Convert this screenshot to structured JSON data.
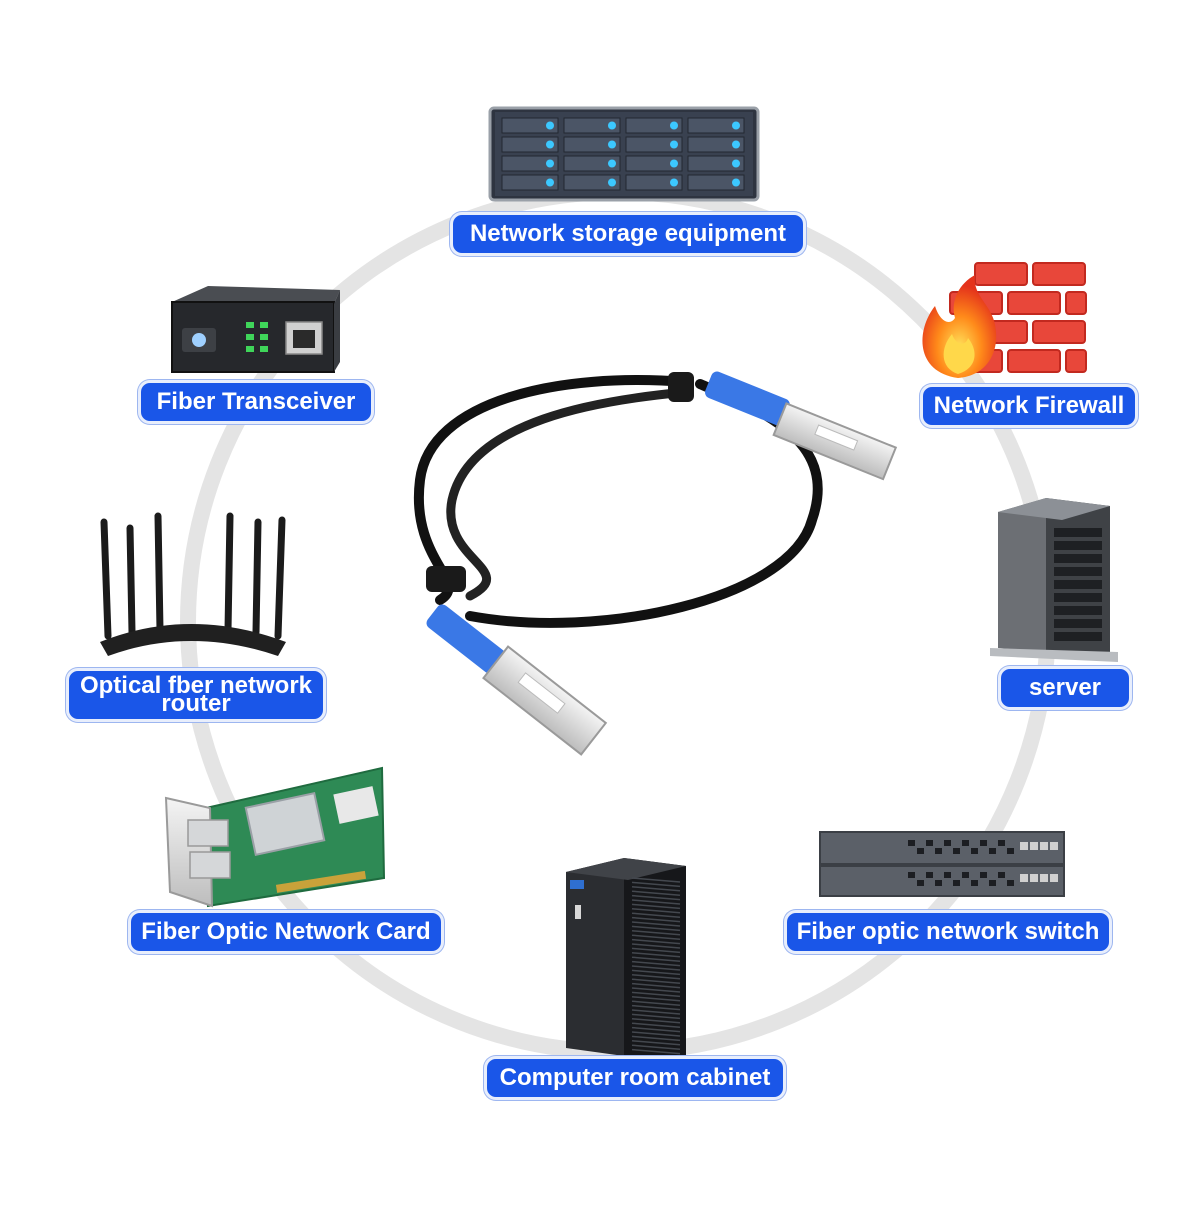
{
  "center_device": "dac-cable-icon",
  "devices": [
    {
      "id": "storage",
      "label": "Network storage equipment",
      "icon": "storage-array-icon"
    },
    {
      "id": "firewall",
      "label": "Network Firewall",
      "icon": "firewall-icon"
    },
    {
      "id": "server",
      "label": "server",
      "icon": "tower-server-icon"
    },
    {
      "id": "switch",
      "label": "Fiber optic network switch",
      "icon": "network-switch-icon"
    },
    {
      "id": "cabinet",
      "label": "Computer room cabinet",
      "icon": "server-cabinet-icon"
    },
    {
      "id": "nic",
      "label": "Fiber Optic Network Card",
      "icon": "network-card-icon"
    },
    {
      "id": "router",
      "label_lines": [
        "Optical fber network",
        "router"
      ],
      "icon": "router-icon"
    },
    {
      "id": "transceiver",
      "label": "Fiber Transceiver",
      "icon": "media-converter-icon"
    }
  ],
  "colors": {
    "label_bg": "#1a56e8",
    "label_text": "#ffffff",
    "ring": "#e2e2e2",
    "cable": "#111111",
    "cable_tab": "#3a78e6",
    "connector": "#d8d8d8"
  }
}
